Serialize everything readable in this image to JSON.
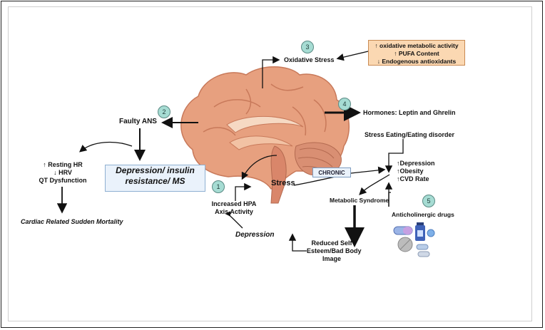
{
  "steps": [
    "1",
    "2",
    "3",
    "4",
    "5"
  ],
  "oxidative_box": {
    "line1": "↑ oxidative metabolic activity",
    "line2": "↑ PUFA Content",
    "line3": "↓ Endogenous antioxidants"
  },
  "labels": {
    "oxidative_stress": "Oxidative Stress",
    "faulty_ans": "Faulty ANS",
    "hormones": "Hormones: Leptin and Ghrelin",
    "stress_eating": "Stress Eating/Eating disorder",
    "depression_insulin_line1": "Depression/ insulin",
    "depression_insulin_line2": "resistance/ MS",
    "resting_hr": "↑ Resting HR",
    "hrv": "↓ HRV",
    "qt": "QT Dysfunction",
    "cardiac": "Cardiac Related Sudden Mortality",
    "chronic": "CHRONIC",
    "stress": "Stress",
    "hpa_line1": "Increased HPA",
    "hpa_line2": "Axis Activity",
    "depression_right_line1": "↑Depression",
    "depression_right_line2": "↑Obesity",
    "depression_right_line3": "↑CVD Rate",
    "metabolic": "Metabolic Syndrome",
    "anticholinergic": "Anticholinergic drugs",
    "depression": "Depression",
    "reduced_line1": "Reduced Self",
    "reduced_line2": "Esteem/Bad Body",
    "reduced_line3": "Image"
  },
  "colors": {
    "brain": "#e7a07f",
    "brain_dark": "#c8795a",
    "badge": "#a6dcd3",
    "oxidative_box_fill": "#fbd8b2",
    "blue_box_fill": "#eaf2fb"
  }
}
